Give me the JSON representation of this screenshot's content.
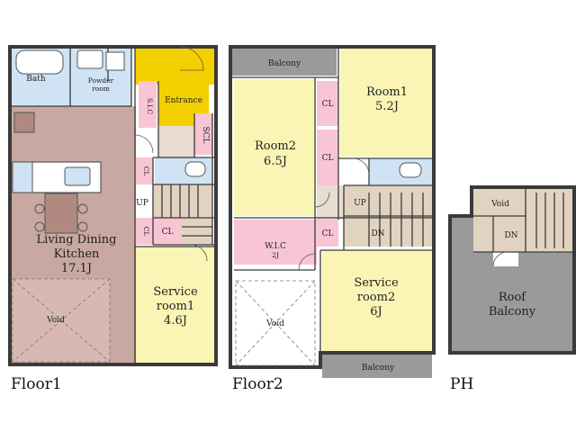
{
  "colors": {
    "ldk": "#c8a8a0",
    "room": "#fbf5b5",
    "closet": "#f7c5d3",
    "wet": "#cfe3f4",
    "entrance": "#f5d000",
    "stairs": "#e2d3c0",
    "balcony": "#9a9a9a",
    "void": "#ffffff",
    "wall": "#3a3a3a"
  },
  "floors": [
    {
      "name": "Floor1"
    },
    {
      "name": "Floor2"
    },
    {
      "name": "PH"
    }
  ],
  "floor1": {
    "bath": "Bath",
    "powder_room": [
      "Powder",
      "room"
    ],
    "entrance": "Entrance",
    "sic": "S.I.C",
    "scl": "SCL",
    "cl_upper": "CL",
    "cl_lower": "CL",
    "cl_side": "CL",
    "up": "UP",
    "ldk": [
      "Living Dining",
      "Kitchen",
      "17.1J"
    ],
    "void": "Void",
    "service_room1": [
      "Service",
      "room1",
      "4.6J"
    ]
  },
  "floor2": {
    "balcony_top": "Balcony",
    "balcony_bottom": "Balcony",
    "room1": [
      "Room1",
      "5.2J"
    ],
    "room2": [
      "Room2",
      "6.5J"
    ],
    "cl_a": "CL",
    "cl_b": "CL",
    "cl_c": "CL",
    "wic": [
      "W.I.C",
      "2J"
    ],
    "up": "UP",
    "dn": "DN",
    "void": "Void",
    "service_room2": [
      "Service",
      "room2",
      "6J"
    ]
  },
  "ph": {
    "void": "Void",
    "dn": "DN",
    "roof_balcony": [
      "Roof",
      "Balcony"
    ]
  }
}
